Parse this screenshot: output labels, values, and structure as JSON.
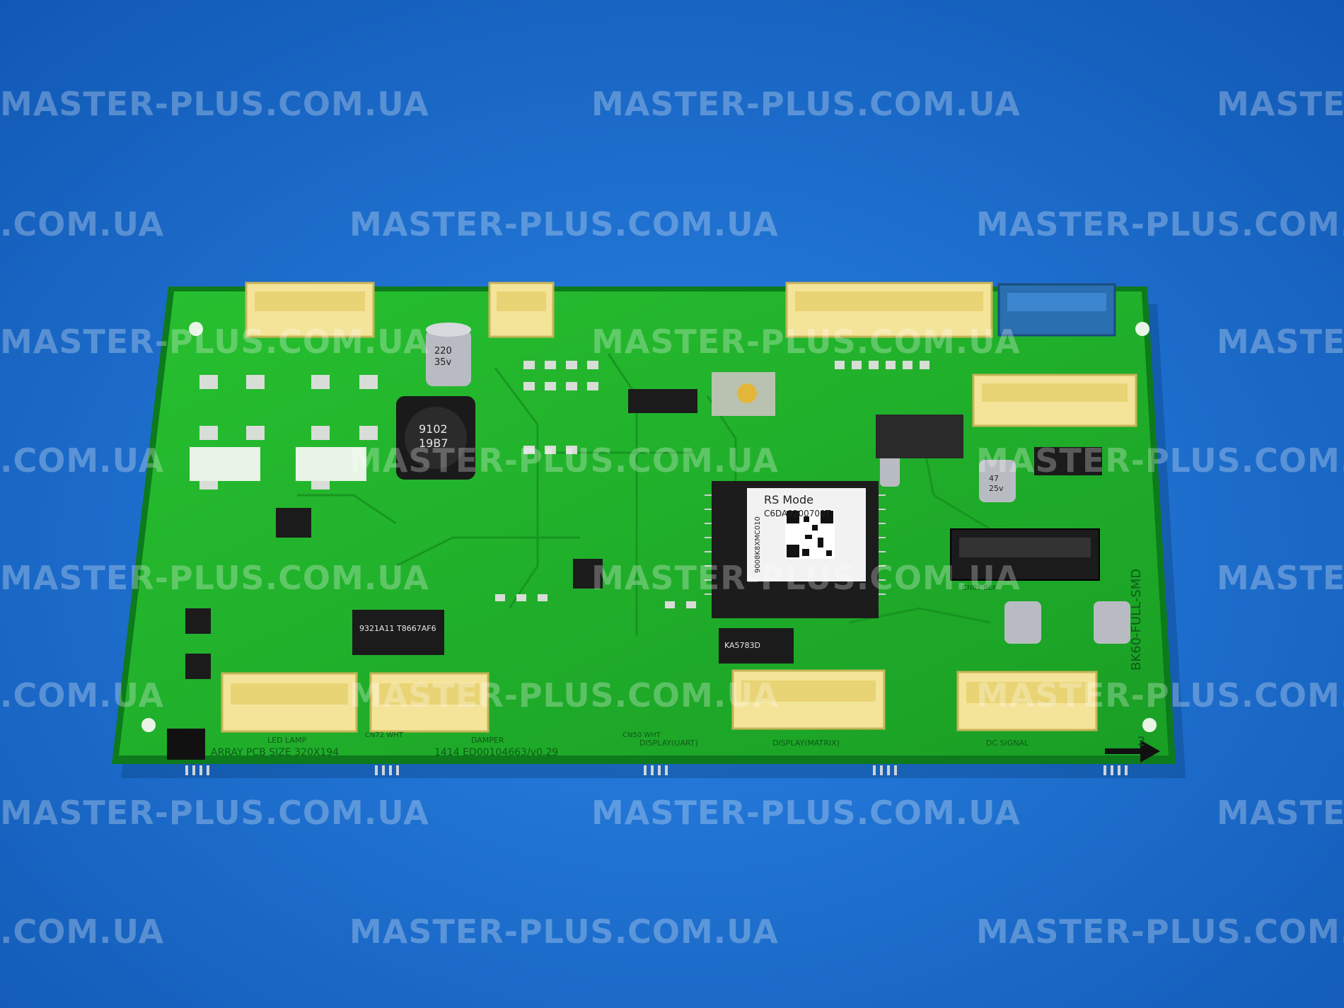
{
  "watermark": {
    "text": "MASTER-PLUS.COM.UA",
    "partial_text": ".COM.UA",
    "partial_edge": "MASTE"
  },
  "board": {
    "model_label": "BK60-FULL-SMD",
    "array_label": "ARRAY PCB SIZE 320X194",
    "serial_label": "1414 ED00104663/v0.29",
    "sticker_line1": "RS Mode",
    "sticker_line2": "C6DA9200700T",
    "sticker_vertical": "9008K8XMC010",
    "number_mark": "2",
    "inductor_code_1": "9102",
    "inductor_code_2": "19B7",
    "cap_large_lines": [
      "220",
      "35v"
    ],
    "cap_small_lines": [
      "47",
      "25v"
    ],
    "chip_label_1": "9321A11 T8667AF6",
    "chip_label_2": "KA5783D",
    "connector_labels": [
      "LED LAMP",
      "DAMPER",
      "DISPLAY(UART)",
      "DISPLAY(MATRIX)",
      "DC SIGNAL",
      "CN72 WHT",
      "CN50 WHT",
      "CN01 BLK"
    ]
  },
  "colors": {
    "background": "#1a6fd0",
    "pcb": "#1fb32a",
    "pcb_dark": "#0b6e17",
    "connector": "#f4e49a",
    "connector_blue": "#2a6fb0"
  }
}
